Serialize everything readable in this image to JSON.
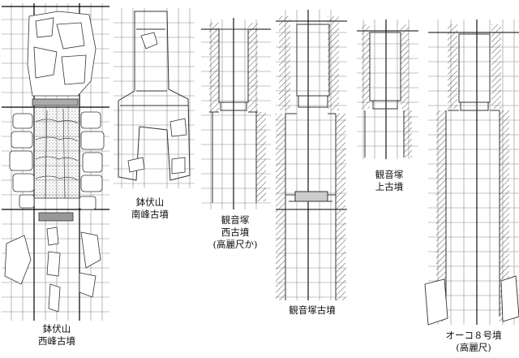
{
  "labels": {
    "hachibuseyama_west": [
      "鉢伏山",
      "西峰古墳"
    ],
    "hachibuseyama_south": [
      "鉢伏山",
      "南峰古墳"
    ],
    "kannonzuka_west": [
      "観音塚",
      "西古墳",
      "(高麗尺か)"
    ],
    "kannonzuka": [
      "観音塚古墳"
    ],
    "kannonzuka_upper": [
      "観音塚",
      "上古墳"
    ],
    "oko8": [
      "オーコ８号墳",
      "(高麗尺)"
    ]
  },
  "colors": {
    "grid_thin": "#7a7a7a",
    "grid_thick": "#000000",
    "stone_line": "#3a3a3a",
    "hatch": "#555555"
  }
}
